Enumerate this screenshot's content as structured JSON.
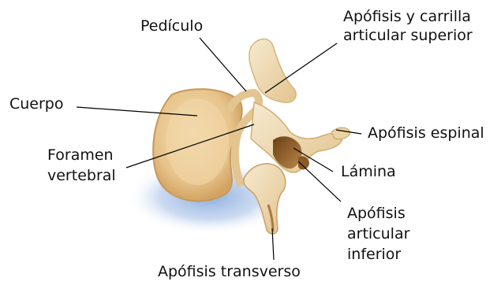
{
  "labels": {
    "pediculo": "Pedículo",
    "apofisis_carrilla": [
      "Apófisis y carrilla",
      "articular superior"
    ],
    "cuerpo": "Cuerpo",
    "apofisis_espinal": "Apófisis espinal",
    "foramen": [
      "Foramen",
      "vertebral"
    ],
    "lamina": "Lámina",
    "apofisis_articular_inferior": [
      "Apófisis",
      "articular",
      "inferior"
    ],
    "apofisis_transverso": "Apófisis transverso"
  },
  "colors": {
    "bone": "#ecd9b0",
    "bone_shadow": "#c9a468",
    "bone_dark": "#7a4e1e",
    "shadow_blue": "#9bb8e0",
    "leader": "#000000"
  }
}
